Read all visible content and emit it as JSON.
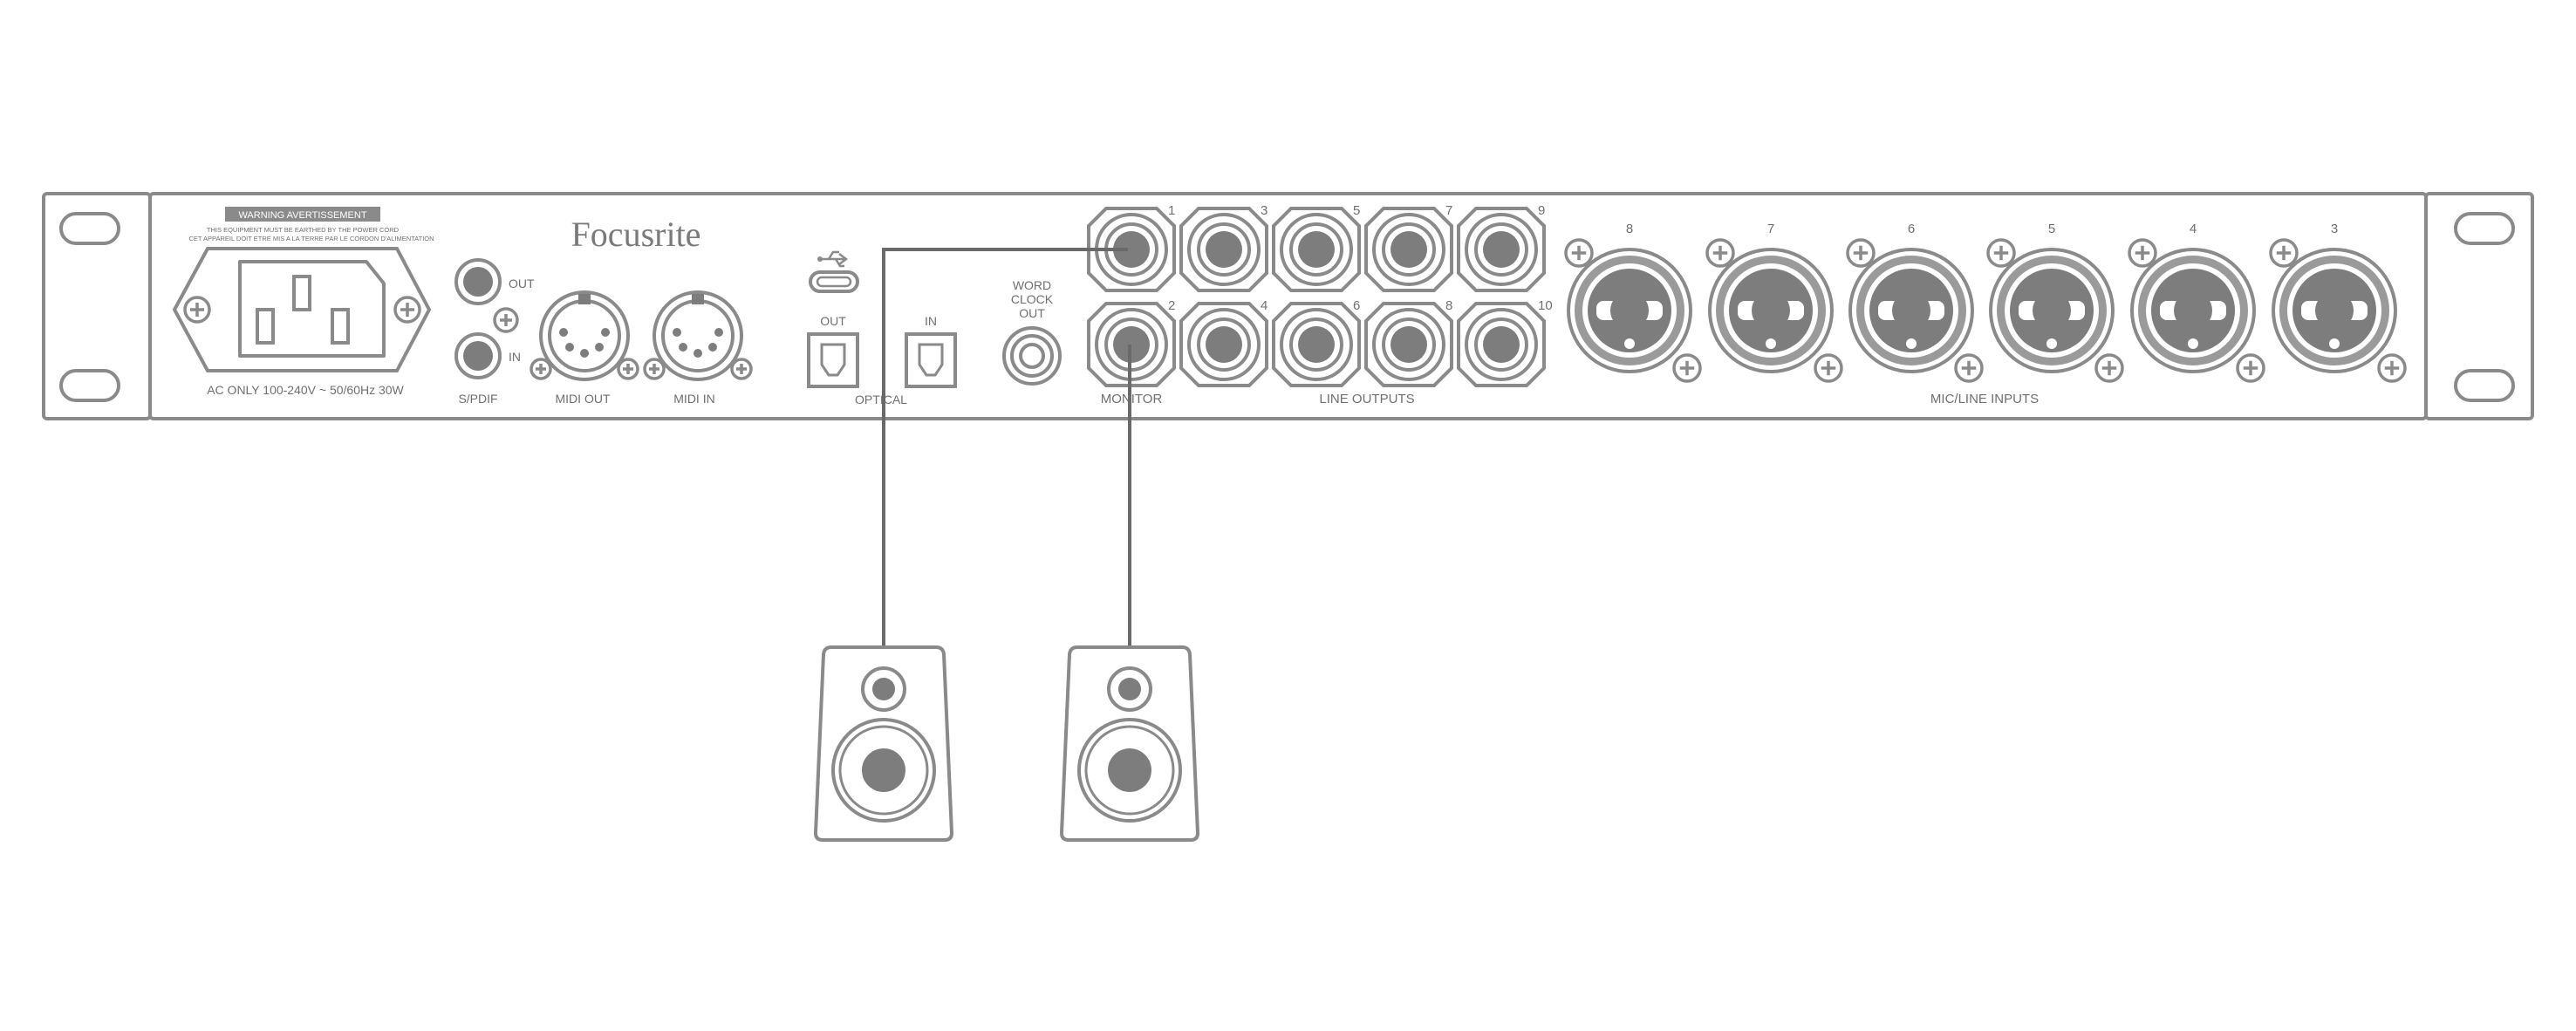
{
  "device": {
    "brand": "Focusrite",
    "warning": {
      "heading": "WARNING  AVERTISSEMENT",
      "line1": "THIS EQUIPMENT MUST BE EARTHED BY THE POWER CORD",
      "line2": "CET APPAREIL DOIT ETRE MIS A LA TERRE PAR LE CORDON D'ALIMENTATION"
    },
    "power_label": "AC ONLY 100-240V ~ 50/60Hz 30W",
    "spdif": {
      "out": "OUT",
      "in": "IN",
      "label": "S/PDIF"
    },
    "midi": {
      "out_label": "MIDI OUT",
      "in_label": "MIDI IN"
    },
    "optical": {
      "out": "OUT",
      "in": "IN",
      "label": "OPTICAL"
    },
    "word_clock": {
      "line1": "WORD",
      "line2": "CLOCK",
      "line3": "OUT"
    },
    "monitor": {
      "label": "MONITOR",
      "numbers": [
        "1",
        "2"
      ]
    },
    "line_outputs": {
      "label": "LINE OUTPUTS",
      "numbers": [
        "3",
        "4",
        "5",
        "6",
        "7",
        "8",
        "9",
        "10"
      ]
    },
    "mic_line_inputs": {
      "label": "MIC/LINE INPUTS",
      "numbers": [
        "8",
        "7",
        "6",
        "5",
        "4",
        "3"
      ]
    }
  },
  "colors": {
    "outline": "#8a8a8a",
    "dark_fill": "#7d7d7d",
    "mid_fill": "#9a9a9a",
    "cable": "#6a6a6a",
    "panel": "#ffffff"
  },
  "icons": [
    "usb-icon",
    "iec-power-socket-icon",
    "screw-icon",
    "speaker-icon"
  ]
}
